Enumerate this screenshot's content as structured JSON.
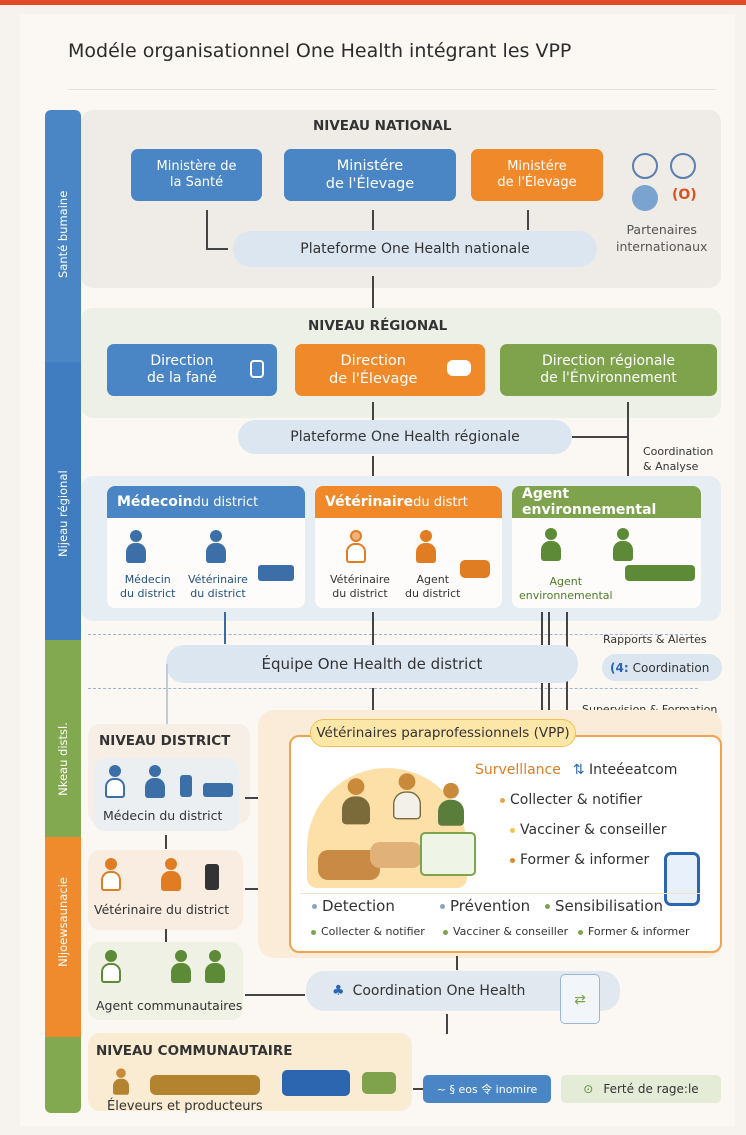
{
  "title": "Modéle organisationnel One Health intégrant les VPP",
  "bands": {
    "b1": "Santé bumaine",
    "b2": "Nijeau régional",
    "b3": "Nkeau distsl.",
    "b4": "Nljoewsaunacie"
  },
  "national": {
    "heading": "NIVEAU NATIONAL",
    "box1": "Ministère de\nla Santé",
    "box2": "Ministére\nde l'Élevage",
    "box3": "Ministére\nde l'Élevage",
    "platform": "Plateforme One Health nationale",
    "partners_logo_text": "(O)",
    "partners": "Partenaires\ninternationaux"
  },
  "regional": {
    "heading": "NIVEAU RÉGIONAL",
    "box1": "Direction\nde la fané",
    "box2": "Direction\nde l'Élevage",
    "box3": "Direction régionale\nde l'Énvironnement",
    "platform": "Plateforme One Health régionale",
    "coordination": "Coordination\n& Analyse"
  },
  "district_cards": {
    "med_title": "Médecoin",
    "med_title_suffix": " du district",
    "med_p1": "Médecin\ndu district",
    "med_p2": "Vétérinaire\ndu district",
    "vet_title": "Vétérinaire",
    "vet_title_suffix": " du distrt",
    "vet_p1": "Vétérinaire\ndu district",
    "vet_p2": "Agent\ndu district",
    "env_title": "Agent environnemental",
    "env_p1": "Agent\nenvironnemental"
  },
  "team": {
    "rapports": "Rapports & Alertes",
    "label": "Équipe One Health de district",
    "coord_icon": "(4:",
    "coordination": "Coordination",
    "supervision": "Supervision & Formation"
  },
  "district": {
    "heading": "NIVEAU DISTRICT",
    "med": "Médecin du district",
    "vet": "Vétérinaire du district",
    "agent": "Agent communautaires"
  },
  "vpp": {
    "title": "Vétérinaires paraprofessionnels (VPP)",
    "surveillance": "Survelllance",
    "inte": "Inteéeatcom",
    "list": [
      "Collecter & notifier",
      "Vacciner & conseiller",
      "Former & informer"
    ],
    "pillars": [
      "Detection",
      "Prévention",
      "Sensibilisation"
    ],
    "sub": [
      "Collecter & notifier",
      "Vacciner & conseiller",
      "Former & informer"
    ]
  },
  "coordination_oh": "Coordination One Health",
  "community": {
    "heading": "NIVEAU COMMUNAUTAIRE",
    "eleveurs": "Éleveurs et producteurs",
    "chip1": "~ § eos 令 inomire",
    "chip2": "Ferté de rage:le"
  },
  "colors": {
    "blue": "#4a86c5",
    "orange": "#f0892a",
    "green": "#7ea34c",
    "panel": "#efebe4"
  }
}
